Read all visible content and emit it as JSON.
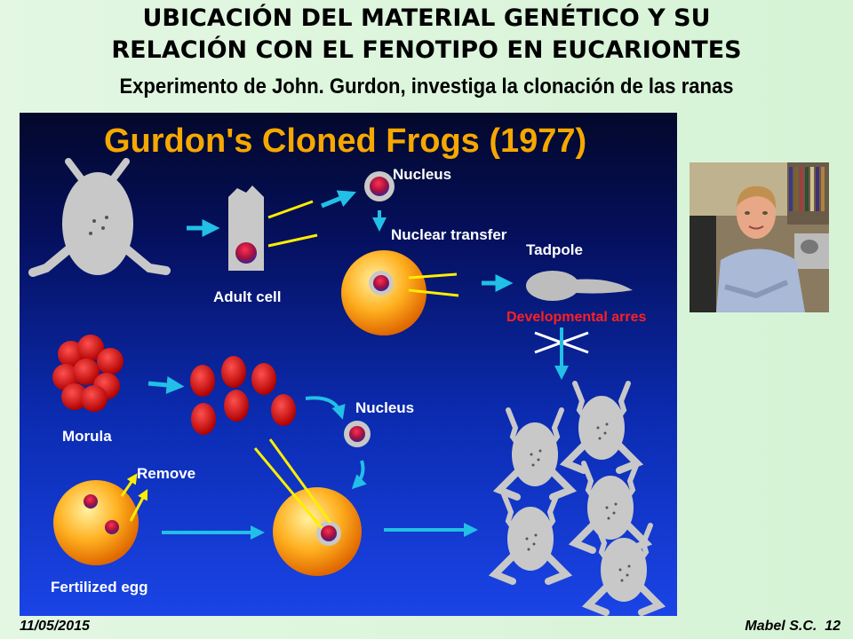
{
  "slide": {
    "title_line1": "UBICACIÓN DEL MATERIAL GENÉTICO Y SU",
    "title_line2": "RELACIÓN CON EL FENOTIPO EN EUCARIONTES",
    "subtitle": "Experimento de John. Gurdon, investiga la clonación de las ranas"
  },
  "figure": {
    "title": "Gurdon's Cloned Frogs (1977)",
    "labels": {
      "nucleus_top": "Nucleus",
      "nuclear_transfer": "Nuclear transfer",
      "tadpole": "Tadpole",
      "adult_cell": "Adult cell",
      "developmental_arrest": "Developmental arres",
      "morula": "Morula",
      "nucleus_bottom": "Nucleus",
      "remove": "Remove",
      "fertilized_egg": "Fertilized egg"
    },
    "colors": {
      "title": "#f5a800",
      "arrow": "#22bfe6",
      "pointer": "#ffee00",
      "arrest": "#ff2020",
      "label": "#ffffff"
    }
  },
  "photo": {
    "icon": "scientist-portrait"
  },
  "footer": {
    "date": "11/05/2015",
    "author": "Mabel S.C.",
    "page": "12"
  }
}
